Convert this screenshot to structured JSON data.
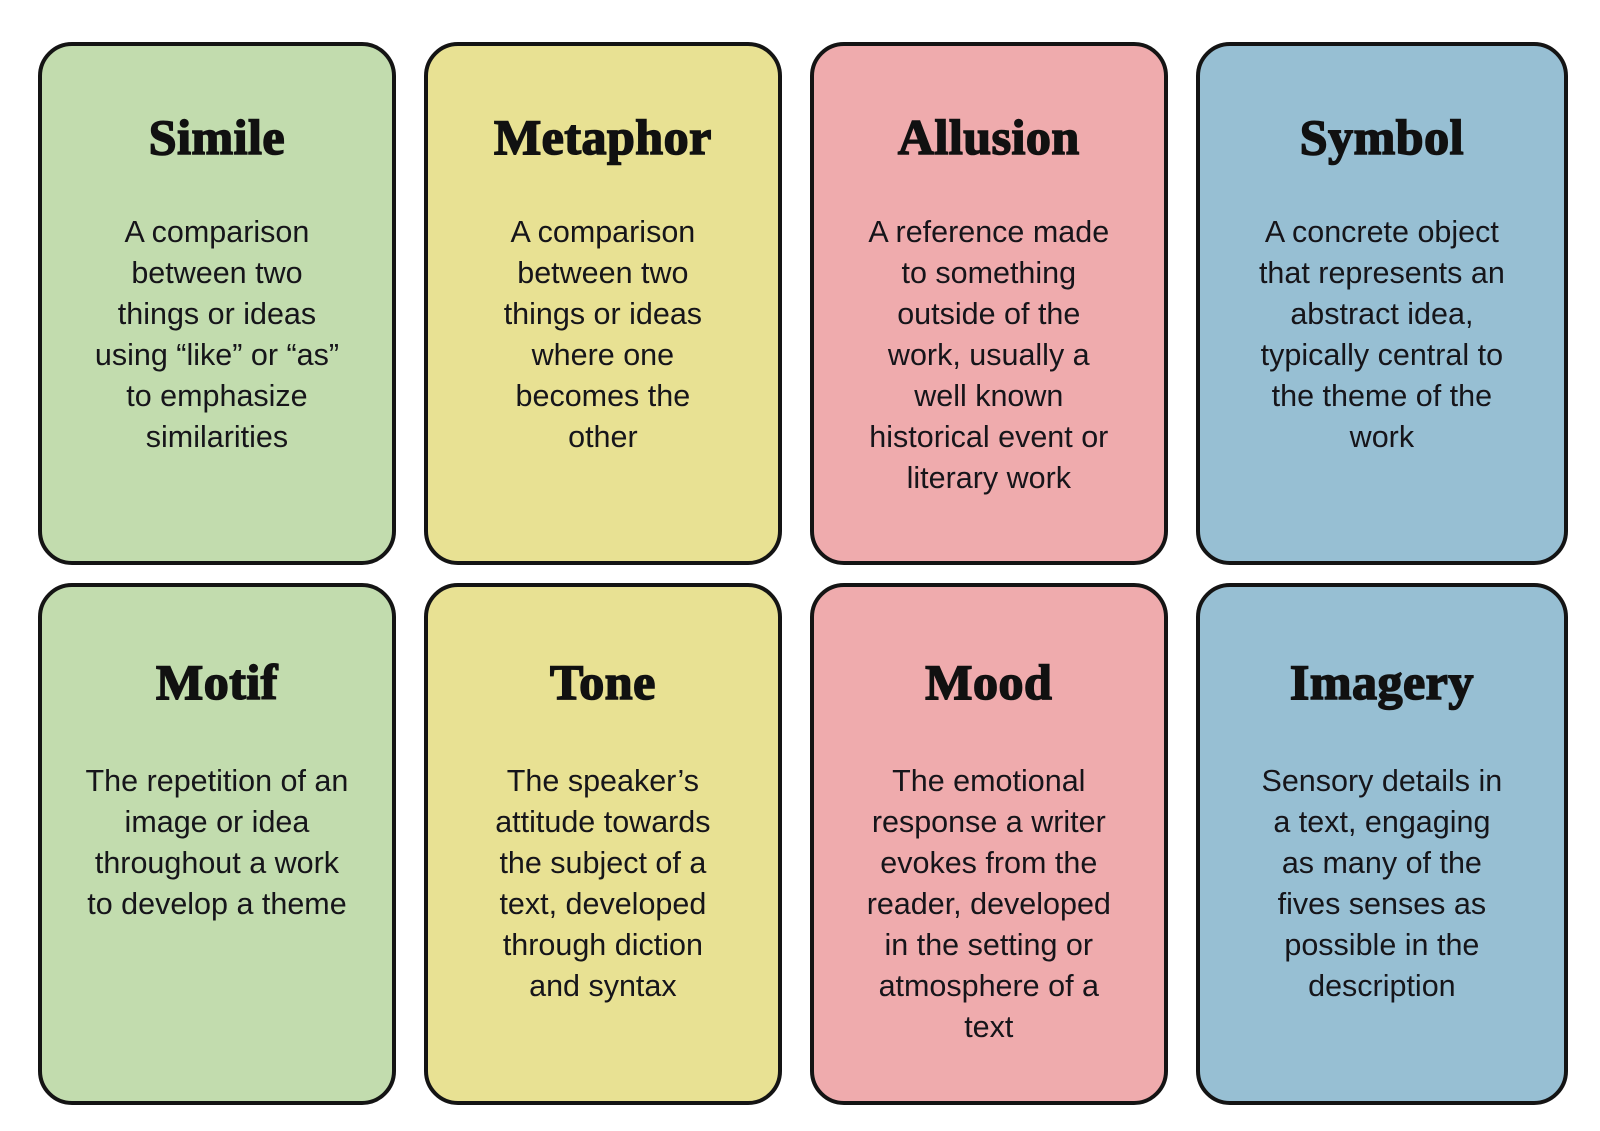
{
  "page": {
    "background_color": "#ffffff",
    "border_color": "#141414",
    "text_color": "#16151a"
  },
  "palette": {
    "green": "#C2DCAE",
    "yellow": "#E8E193",
    "pink": "#EFABAD",
    "blue": "#97BFD3"
  },
  "rows": [
    {
      "cards": [
        {
          "title": "Simile",
          "body": "A comparison between two things or ideas using “like” or “as” to emphasize similarities",
          "color": "#C2DCAE",
          "color_name": "green"
        },
        {
          "title": "Metaphor",
          "body": "A comparison between two things or ideas where one becomes the other",
          "color": "#E8E193",
          "color_name": "yellow"
        },
        {
          "title": "Allusion",
          "body": "A reference made to something outside of the work, usually a well known historical event or literary work",
          "color": "#EFABAD",
          "color_name": "pink"
        },
        {
          "title": "Symbol",
          "body": "A concrete object that represents an abstract idea, typically central to the theme of the work",
          "color": "#97BFD3",
          "color_name": "blue"
        }
      ]
    },
    {
      "cards": [
        {
          "title": "Motif",
          "body": "The repetition of an image or idea throughout a work to develop a theme",
          "color": "#C2DCAE",
          "color_name": "green"
        },
        {
          "title": "Tone",
          "body": "The speaker’s attitude towards the subject of a text, developed through diction and syntax",
          "color": "#E8E193",
          "color_name": "yellow"
        },
        {
          "title": "Mood",
          "body": "The emotional response a writer evokes from the reader, developed in the setting or atmosphere of a text",
          "color": "#EFABAD",
          "color_name": "pink"
        },
        {
          "title": "Imagery",
          "body": "Sensory details in a text, engaging as many of the fives senses as possible in the description",
          "color": "#97BFD3",
          "color_name": "blue"
        }
      ]
    }
  ]
}
